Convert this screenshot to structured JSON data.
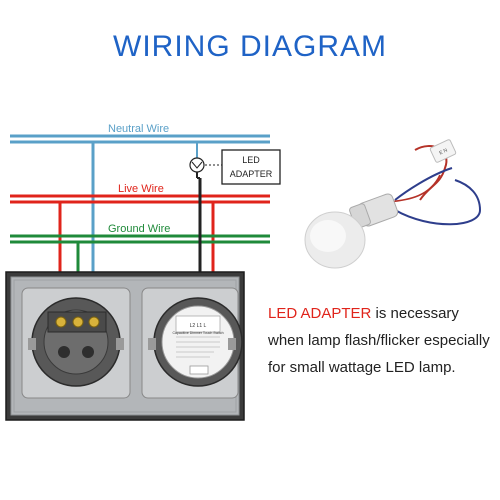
{
  "title": "WIRING DIAGRAM",
  "wires": {
    "neutral": {
      "label": "Neutral Wire",
      "color": "#5aa0c8"
    },
    "live": {
      "label": "Live Wire",
      "color": "#e0241b"
    },
    "ground": {
      "label": "Ground Wire",
      "color": "#1f8a3a"
    }
  },
  "adapter_label": {
    "line1": "LED",
    "line2": "ADAPTER"
  },
  "switch_module": {
    "terminals": "L2  L1  L",
    "brand": "Capacitive Dimmer Touch Switch"
  },
  "note": {
    "highlight": "LED ADAPTER",
    "text": " is necessary when lamp flash/flicker especially for small wattage LED lamp.",
    "highlight_color": "#e0241b"
  }
}
